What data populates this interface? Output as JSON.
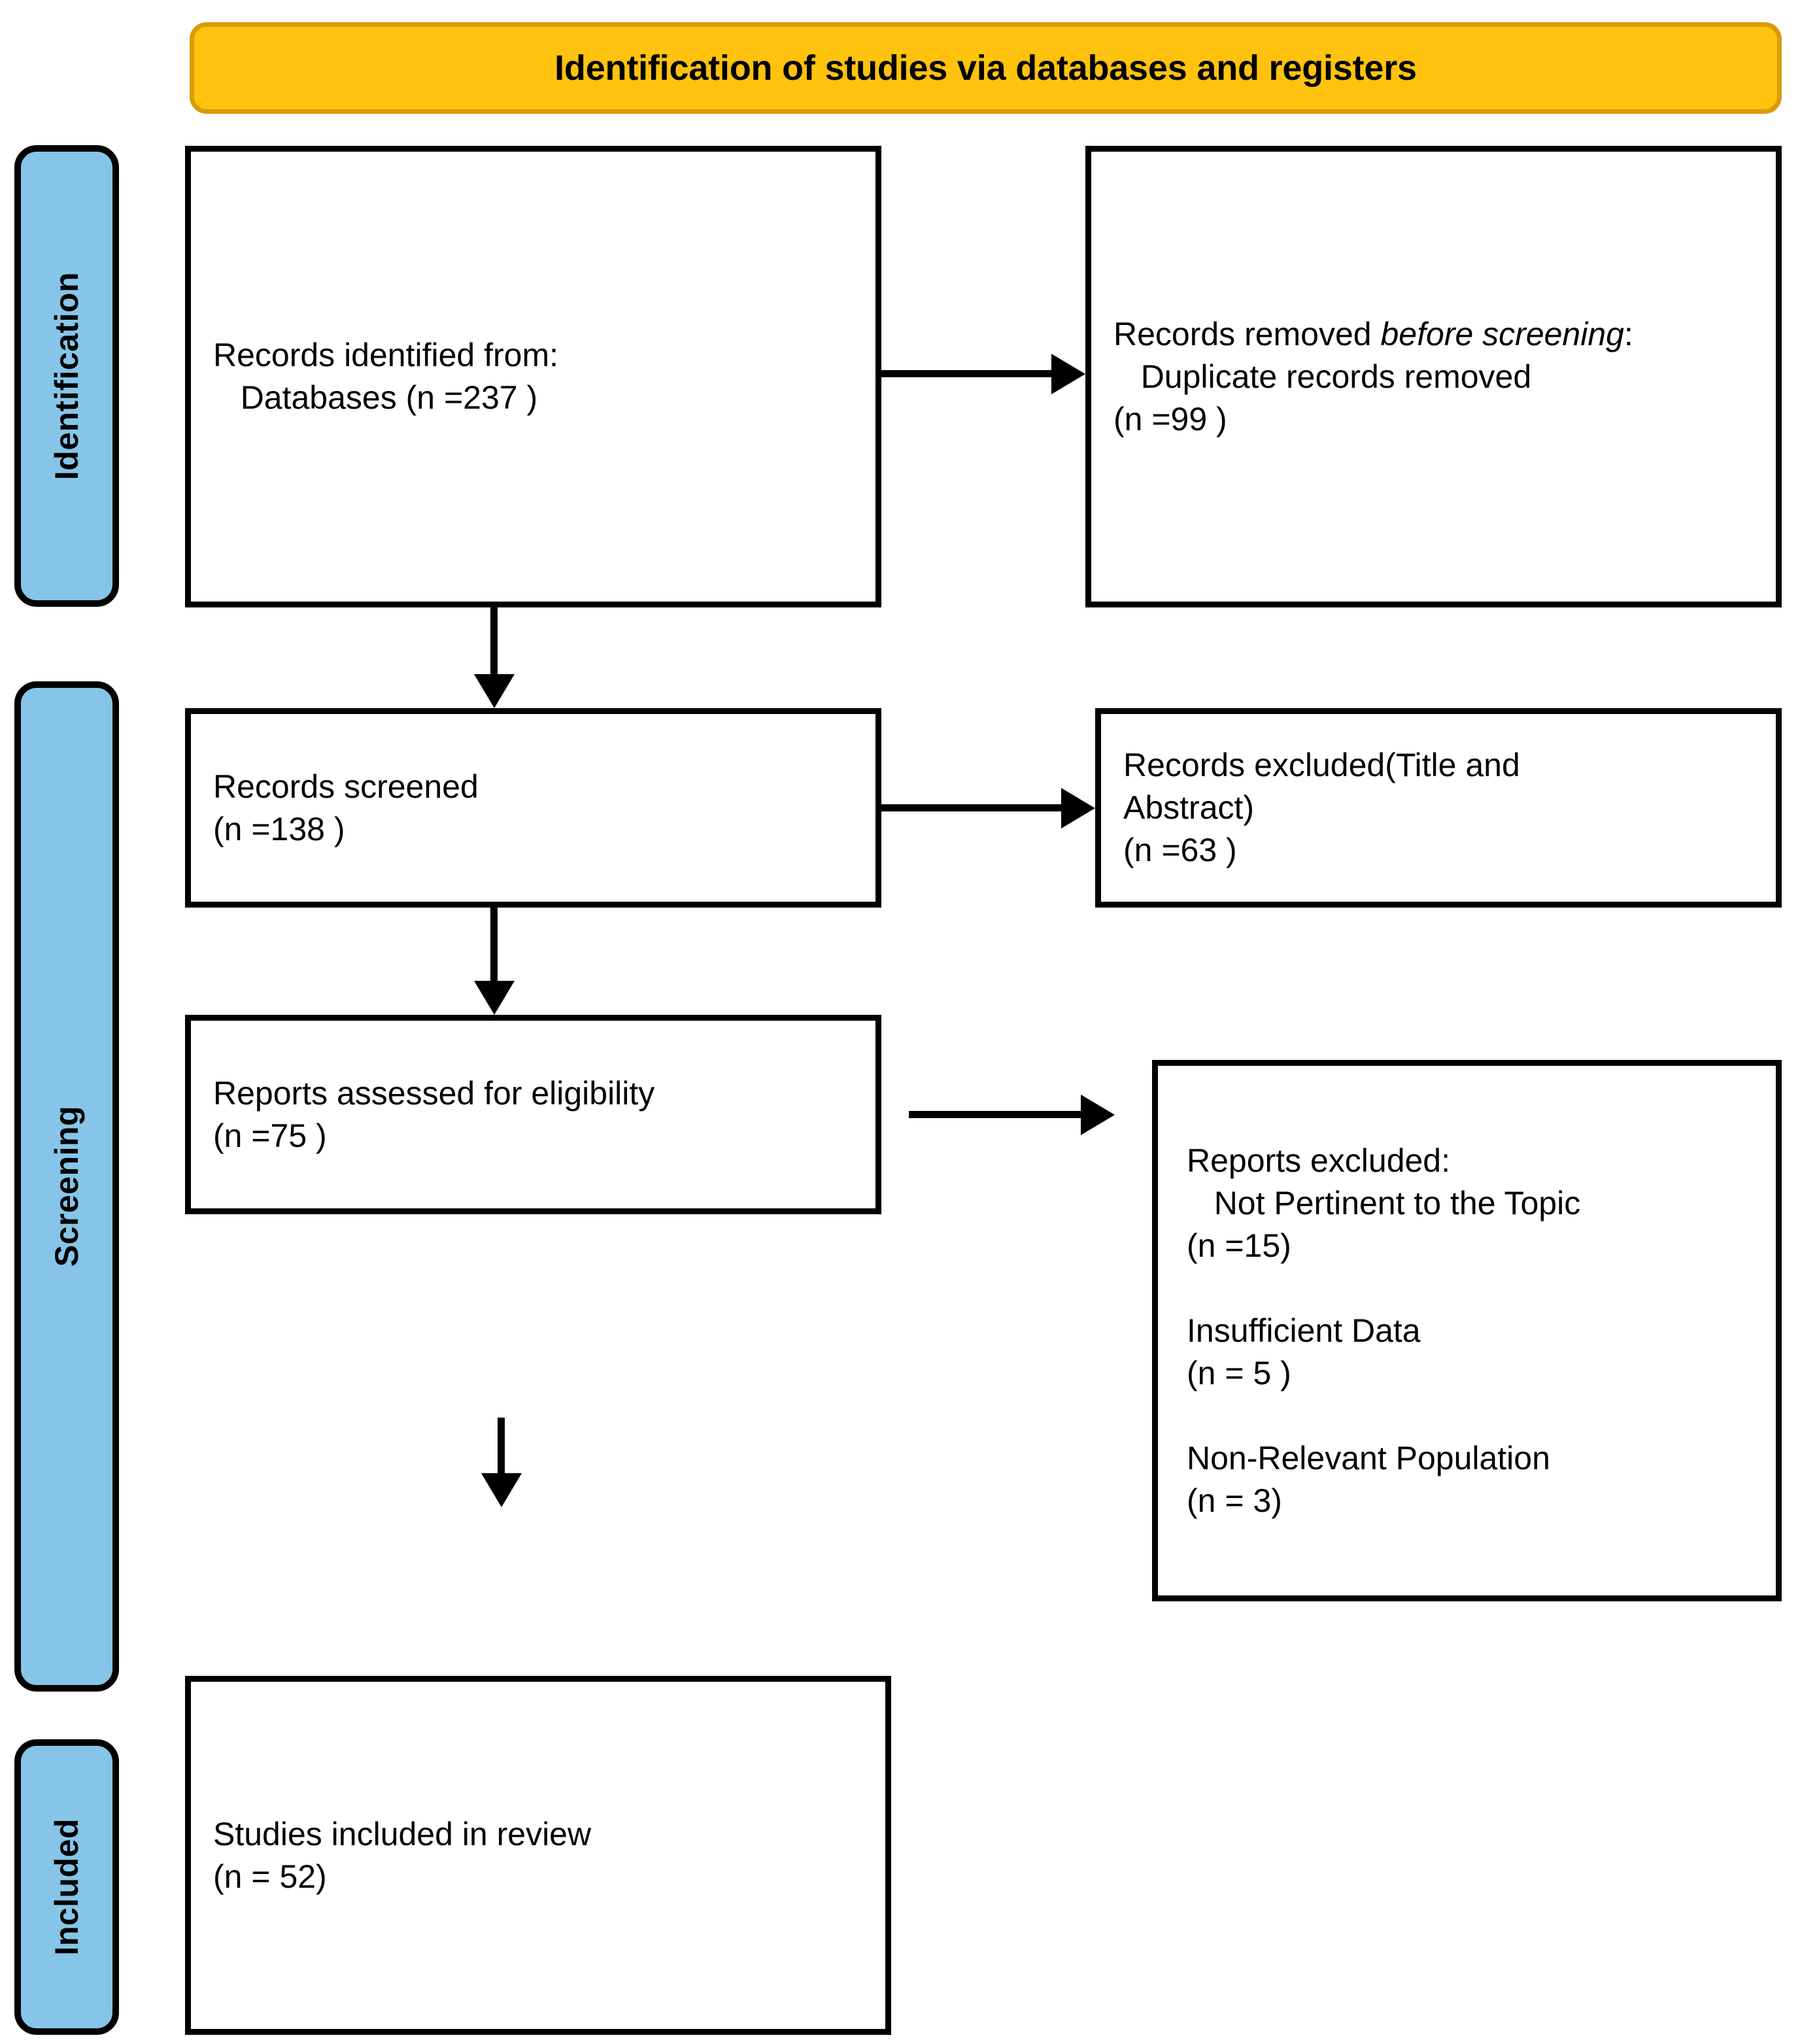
{
  "header": {
    "title": "Identification of studies via databases and registers",
    "fill_color": "#FFC20E",
    "border_color": "#D99B06"
  },
  "stages": {
    "color": "#86C5E8",
    "items": [
      {
        "id": "identification",
        "label": "Identification"
      },
      {
        "id": "screening",
        "label": "Screening"
      },
      {
        "id": "included",
        "label": "Included"
      }
    ]
  },
  "boxes": {
    "identified": {
      "line1": "Records identified from:",
      "line2": "   Databases (n =237 )",
      "text": "Records identified from:\n   Databases (n =237 )"
    },
    "removed": {
      "lead": "Records removed ",
      "italic": "before screening",
      "tail": ":",
      "detail": "   Duplicate records removed\n(n =99 )"
    },
    "screened": {
      "text": "Records screened\n(n =138 )"
    },
    "excluded_title_abstract": {
      "text": "Records excluded(Title and\nAbstract)\n(n =63 )"
    },
    "assessed": {
      "text": "Reports assessed for eligibility\n(n =75 )"
    },
    "reports_excluded": {
      "text": "Reports excluded:\n   Not Pertinent to the Topic\n(n =15)\n\nInsufficient Data\n(n = 5 )\n\nNon-Relevant Population\n(n = 3)"
    },
    "included": {
      "text": "Studies included in review\n(n = 52)"
    }
  },
  "counts": {
    "databases_identified": 237,
    "duplicates_removed": 99,
    "records_screened": 138,
    "records_excluded_title_abstract": 63,
    "reports_assessed": 75,
    "excluded_not_pertinent": 15,
    "excluded_insufficient_data": 5,
    "excluded_non_relevant_population": 3,
    "studies_included": 52
  }
}
